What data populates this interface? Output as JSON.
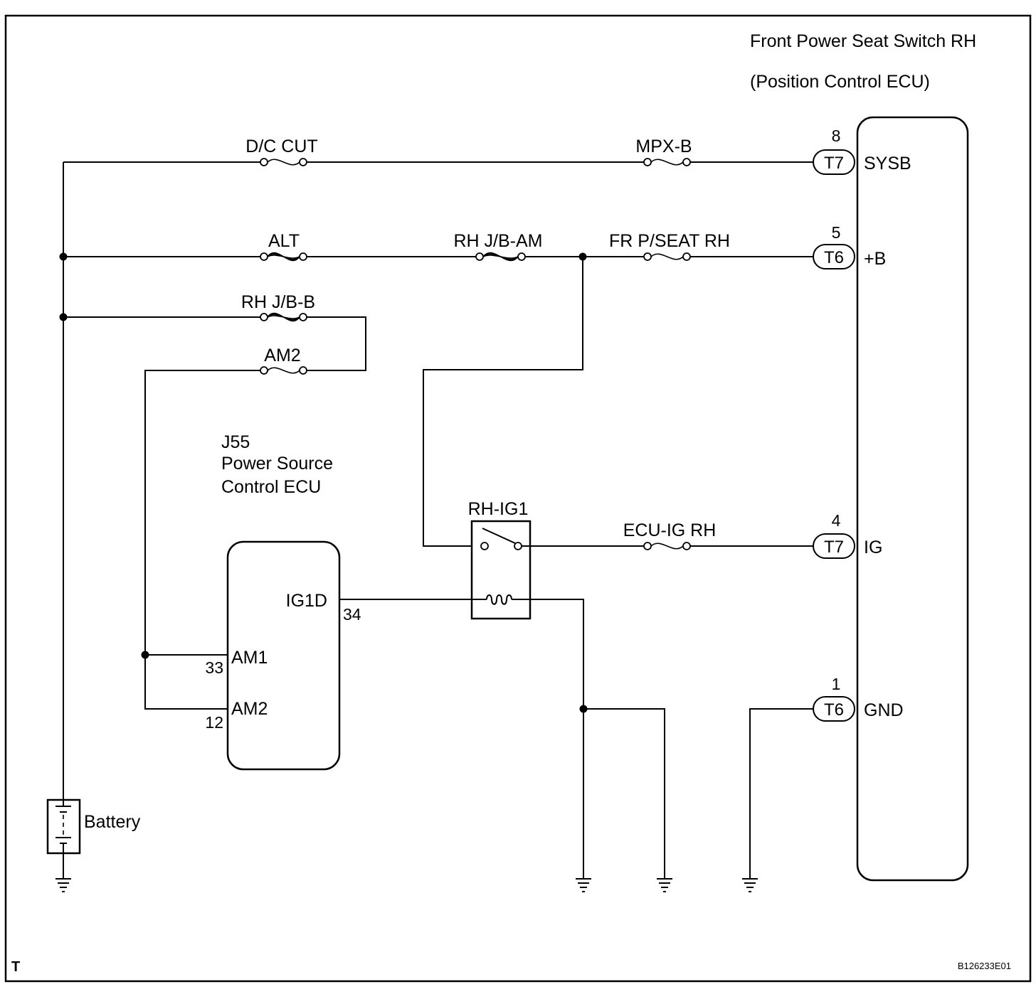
{
  "ecu_right": {
    "title_line1": "Front Power Seat Switch RH",
    "title_line2": "(Position Control ECU)",
    "terminals": [
      {
        "pin": "8",
        "connector": "T7",
        "name": "SYSB"
      },
      {
        "pin": "5",
        "connector": "T6",
        "name": "+B"
      },
      {
        "pin": "4",
        "connector": "T7",
        "name": "IG"
      },
      {
        "pin": "1",
        "connector": "T6",
        "name": "GND"
      }
    ]
  },
  "ecu_left": {
    "code": "J55",
    "name_line1": "Power Source",
    "name_line2": "Control ECU",
    "terminals": [
      {
        "pin": "34",
        "name": "IG1D"
      },
      {
        "pin": "33",
        "name": "AM1"
      },
      {
        "pin": "12",
        "name": "AM2"
      }
    ]
  },
  "fuses": {
    "dc_cut": "D/C CUT",
    "mpx_b": "MPX-B",
    "alt": "ALT",
    "rh_jb_am": "RH J/B-AM",
    "fr_pseat_rh": "FR P/SEAT RH",
    "rh_jb_b": "RH J/B-B",
    "am2": "AM2",
    "ecu_ig_rh": "ECU-IG RH"
  },
  "relay": {
    "label": "RH-IG1"
  },
  "battery": {
    "label": "Battery"
  },
  "footer": {
    "corner_mark": "T",
    "figure_code": "B126233E01"
  }
}
